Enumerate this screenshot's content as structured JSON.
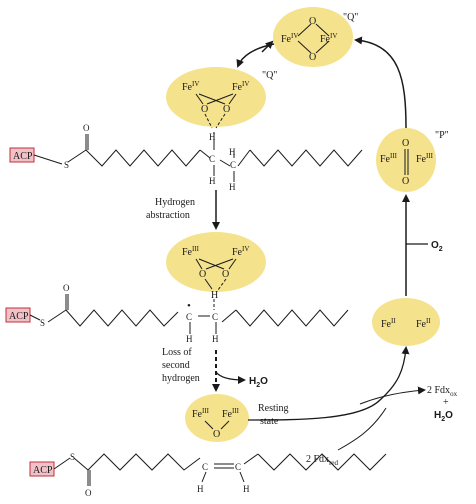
{
  "labels": {
    "q": "\"Q\"",
    "p": "\"P\""
  },
  "iron": {
    "fe": "Fe",
    "iv": "IV",
    "iii": "III",
    "ii": "II",
    "o": "O"
  },
  "chem": {
    "acp": "ACP",
    "s": "S",
    "o": "O",
    "c": "C",
    "h": "H",
    "dot": "•"
  },
  "steps": {
    "hydrogen": "Hydrogen",
    "abstraction": "abstraction",
    "loss_of": "Loss of",
    "second": "second",
    "hydrogen2": "hydrogen",
    "resting": "Resting",
    "state": "state"
  },
  "products": {
    "o2_main": "O",
    "o2_sub": "2",
    "h2o_a": "H",
    "h2o_sub": "2",
    "h2o_b": "O",
    "two_fdx": "2 Fdx",
    "fdx_ox_sub": "ox",
    "fdx_red_sub": "red",
    "plus": "+"
  },
  "colors": {
    "ellipse_fill": "#f5e28c",
    "acp_fill": "#f2c1c8",
    "acp_stroke": "#c0303a",
    "line": "#1a1a1a"
  }
}
